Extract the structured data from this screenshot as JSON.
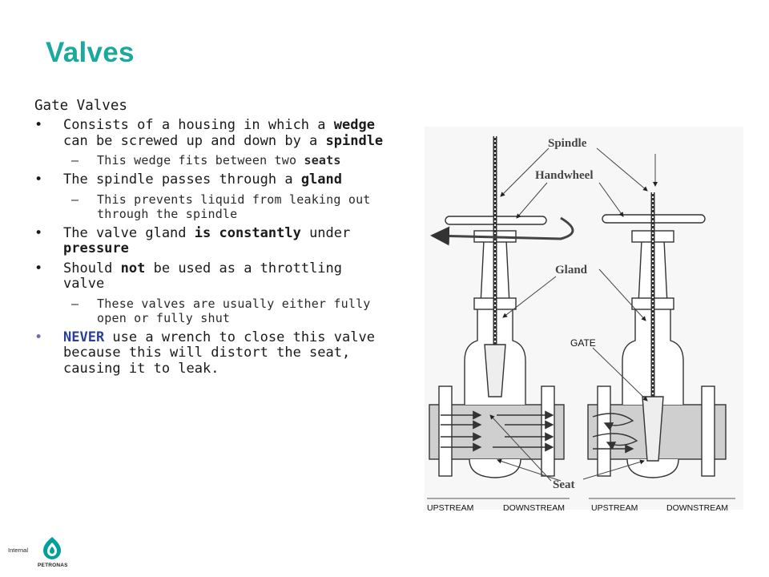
{
  "title": "Valves",
  "section": "Gate Valves",
  "bullets": {
    "b1": {
      "t1": "Consists of a housing in which a ",
      "b1": "wedge",
      "t2": " can be screwed up and down by a ",
      "b2": "spindle"
    },
    "b1_sub": {
      "t1": "This wedge fits between two ",
      "b1": "seats"
    },
    "b2": {
      "t1": "The spindle passes through a ",
      "b1": "gland"
    },
    "b2_sub": {
      "t1": " This prevents liquid from leaking out through the spindle"
    },
    "b3": {
      "t1": "The valve gland ",
      "b1": "is constantly",
      "t2": " under ",
      "b2": "pressure"
    },
    "b4": {
      "t1": "Should ",
      "b1": "not",
      "t2": " be used as a throttling valve"
    },
    "b4_sub": {
      "t1": "These valves are usually either fully open or fully shut"
    },
    "b5": {
      "never": "NEVER",
      "t1": " use a wrench to close this valve because this will distort the seat, causing it to leak."
    }
  },
  "bullet_char": "•",
  "dash_char": "–",
  "diagram": {
    "labels": {
      "spindle": "Spindle",
      "handwheel": "Handwheel",
      "gland": "Gland",
      "gate": "GATE",
      "seat": "Seat",
      "upstream_left": "UPSTREAM",
      "downstream_left": "DOWNSTREAM",
      "upstream_right": "UPSTREAM",
      "downstream_right": "DOWNSTREAM"
    }
  },
  "footer": {
    "classification": "Internal",
    "brand": "PETRONAS"
  },
  "colors": {
    "title": "#1aa99d",
    "never": "#2b3f96",
    "accent_bullet": "#6e68b8",
    "brand": "#00a19c"
  }
}
